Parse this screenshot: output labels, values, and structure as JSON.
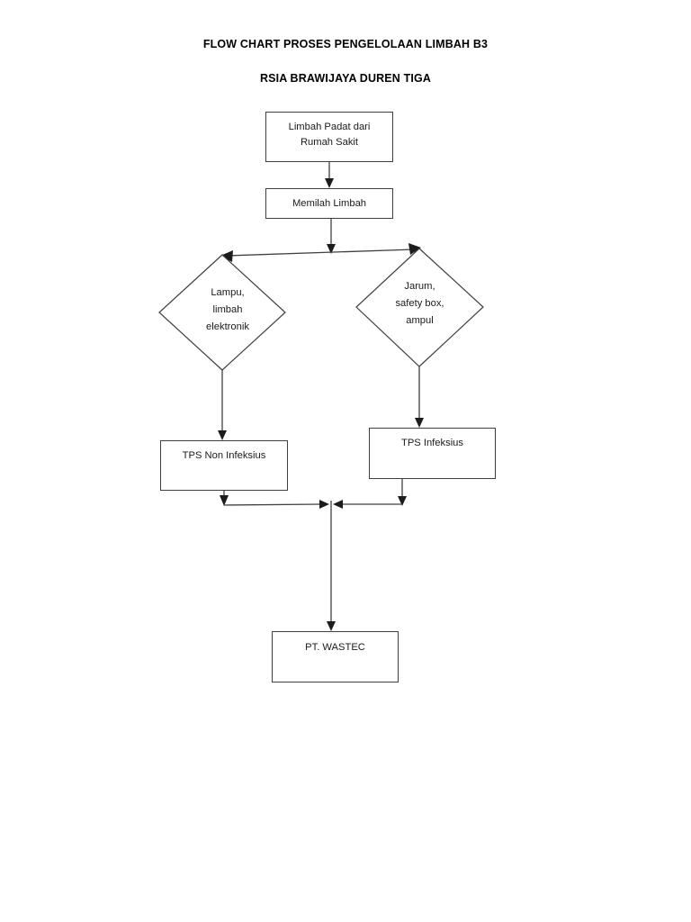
{
  "document": {
    "title_main": "FLOW CHART  PROSES PENGELOLAAN LIMBAH B3",
    "title_sub": "RSIA BRAWIJAYA DUREN TIGA"
  },
  "chart_data": {
    "type": "diagram",
    "diagram_kind": "flowchart",
    "title": "FLOW CHART  PROSES PENGELOLAAN LIMBAH B3",
    "subtitle": "RSIA BRAWIJAYA DUREN TIGA",
    "orientation": "top-to-bottom",
    "nodes": [
      {
        "id": "n1",
        "shape": "rectangle",
        "label": "Limbah Padat dari\nRumah Sakit",
        "line1": "Limbah Padat dari",
        "line2": "Rumah Sakit"
      },
      {
        "id": "n2",
        "shape": "rectangle",
        "label": "Memilah Limbah",
        "line1": "Memilah Limbah",
        "line2": ""
      },
      {
        "id": "n3",
        "shape": "diamond",
        "label": "Lampu, limbah elektronik",
        "line1": "Lampu,",
        "line2": "limbah",
        "line3": "elektronik"
      },
      {
        "id": "n4",
        "shape": "diamond",
        "label": "Jarum, safety box, ampul",
        "line1": "Jarum,",
        "line2": "safety box,",
        "line3": "ampul"
      },
      {
        "id": "n5",
        "shape": "rectangle",
        "label": "TPS Non Infeksius",
        "line1": "TPS Non Infeksius",
        "line2": ""
      },
      {
        "id": "n6",
        "shape": "rectangle",
        "label": "TPS Infeksius",
        "line1": "TPS Infeksius",
        "line2": ""
      },
      {
        "id": "n7",
        "shape": "rectangle",
        "label": "PT. WASTEC",
        "line1": "PT. WASTEC",
        "line2": ""
      }
    ],
    "edges": [
      {
        "from": "n1",
        "to": "n2",
        "style": "arrow"
      },
      {
        "from": "n2",
        "to": "n3",
        "style": "arrow"
      },
      {
        "from": "n2",
        "to": "n4",
        "style": "arrow"
      },
      {
        "from": "n3",
        "to": "n5",
        "style": "arrow"
      },
      {
        "from": "n4",
        "to": "n6",
        "style": "arrow"
      },
      {
        "from": "n5",
        "to": "n7",
        "style": "arrow"
      },
      {
        "from": "n6",
        "to": "n7",
        "style": "arrow"
      }
    ],
    "colors": {
      "stroke": "#404040",
      "text": "#1a1a1a",
      "background": "#ffffff"
    }
  }
}
